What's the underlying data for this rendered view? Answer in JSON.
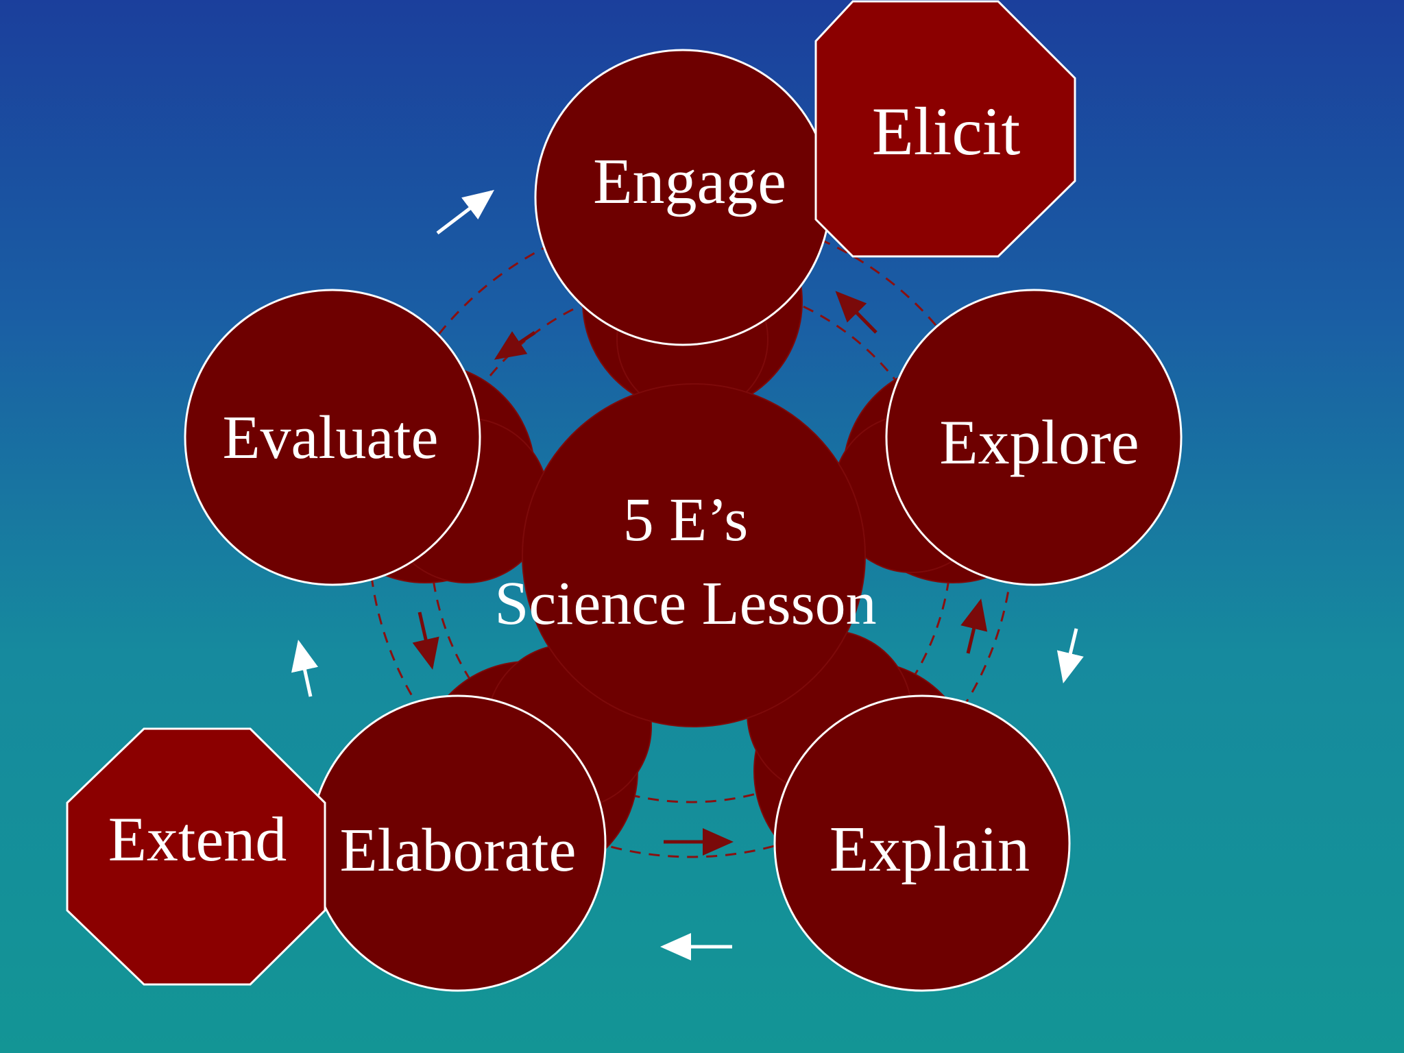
{
  "center": {
    "line1": "5 E’s",
    "line2": "Science Lesson"
  },
  "phases": {
    "engage": "Engage",
    "explore": "Explore",
    "explain": "Explain",
    "elaborate": "Elaborate",
    "evaluate": "Evaluate"
  },
  "additions": {
    "elicit": "Elicit",
    "extend": "Extend"
  },
  "colors": {
    "circle_fill": "#6e0000",
    "octagon_fill": "#8b0000",
    "outline": "#ffffff",
    "inner_arrow": "#7a0a0a",
    "outer_arrow": "#ffffff"
  }
}
